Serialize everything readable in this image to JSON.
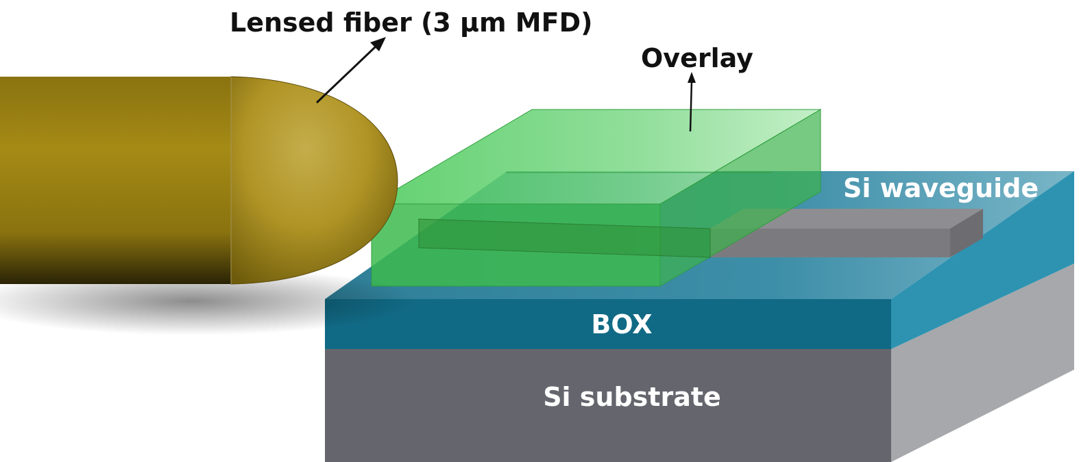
{
  "labels": {
    "lensed_fiber": "Lensed fiber (3 μm MFD)",
    "overlay": "Overlay",
    "si_waveguide": "Si waveguide",
    "box": "BOX",
    "si_substrate": "Si substrate"
  },
  "colors": {
    "fiber": "#a38814",
    "fiber_lens": "#b59d2a",
    "overlay_green": "#3fbf52",
    "box_front": "#126b85",
    "box_top": "#3b8ea8",
    "box_right": "#2f93b1",
    "substrate_front": "#65666d",
    "substrate_right": "#a5a7ab",
    "waveguide": "#7a7a7e",
    "arrow": "#111111"
  }
}
